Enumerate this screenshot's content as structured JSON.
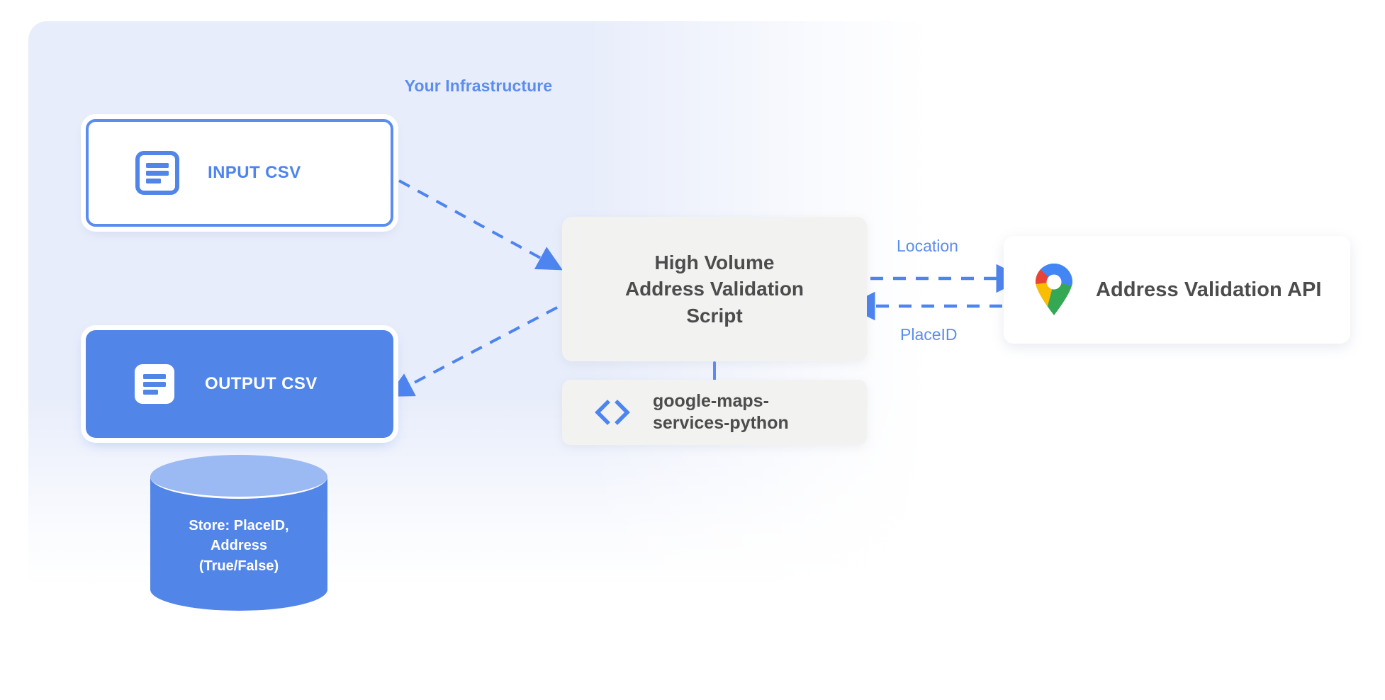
{
  "infrastructure": {
    "title": "Your Infrastructure",
    "accent_color": "#5b8def",
    "panel_color": "#e8edfb"
  },
  "nodes": {
    "input_csv": {
      "label": "INPUT CSV",
      "icon": "document-icon",
      "style": "outlined",
      "border_color": "#5b8def",
      "text_color": "#4d84ef"
    },
    "output_csv": {
      "label": "OUTPUT CSV",
      "icon": "document-icon",
      "style": "filled",
      "fill_color": "#5285e8",
      "text_color": "#ffffff"
    },
    "script": {
      "line1": "High Volume",
      "line2": "Address Validation",
      "line3": "Script",
      "fill_color": "#f2f2f1",
      "text_color": "#4c4c4c"
    },
    "library": {
      "line1": "google-maps-",
      "line2": "services-python",
      "icon": "code-brackets-icon",
      "icon_color": "#4d84ef",
      "fill_color": "#f2f2f1"
    },
    "api": {
      "label": "Address Validation API",
      "icon": "google-maps-pin-icon",
      "fill_color": "#ffffff",
      "text_color": "#4c4c4c"
    },
    "datastore": {
      "line1": "Store: PlaceID,",
      "line2": "Address",
      "line3": "(True/False)",
      "fill_color": "#5285e8",
      "top_color": "#9bb9f3",
      "text_color": "#ffffff"
    }
  },
  "edges": {
    "input_to_script": {
      "label": "",
      "style": "dashed",
      "direction": "to-script",
      "color": "#4d84ef"
    },
    "script_to_output": {
      "label": "",
      "style": "dashed",
      "direction": "to-output",
      "color": "#4d84ef"
    },
    "script_to_api": {
      "label": "Location",
      "style": "dashed",
      "direction": "right",
      "color": "#4d84ef"
    },
    "api_to_script": {
      "label": "PlaceID",
      "style": "dashed",
      "direction": "left",
      "color": "#4d84ef"
    },
    "script_to_library": {
      "label": "",
      "style": "solid",
      "color": "#5b8def"
    }
  }
}
